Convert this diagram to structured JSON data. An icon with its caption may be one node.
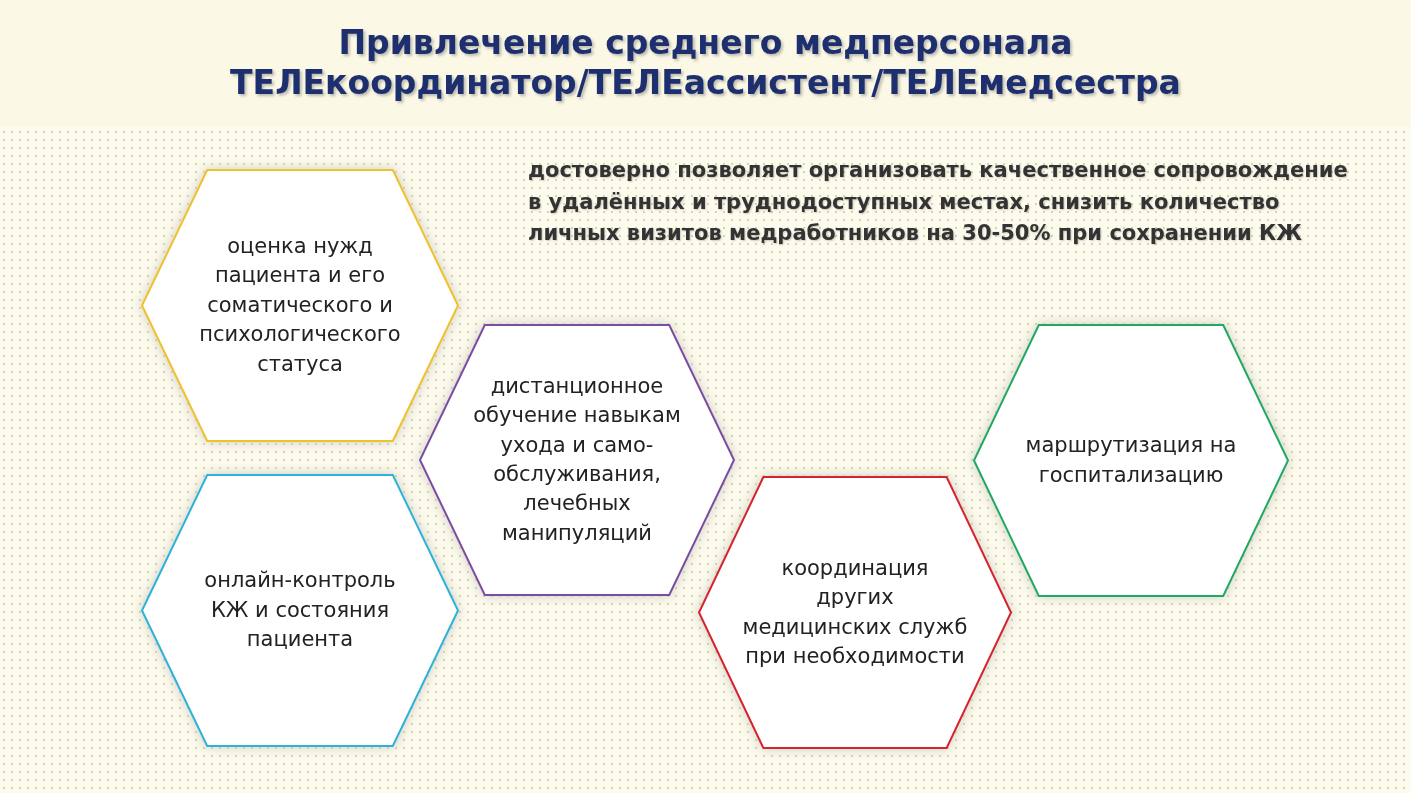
{
  "diagram": {
    "title": "Привлечение среднего медперсонала ТЕЛЕкоординатор/ТЕЛЕассистент/ТЕЛЕмедсестра",
    "nodes": [
      {
        "text": [
          "оценка нужд пациента и его соматического и психологического статуса"
        ]
      },
      {
        "text": [
          "онлайн-контроль КЖ и состояния пациента"
        ]
      },
      {
        "text": [
          "дистанционное обучение навыкам ухода и само-обслуживания, лечебных манипуляций"
        ]
      },
      {
        "text": [
          "координация других медицинских служб при необходимости"
        ]
      },
      {
        "text": [
          "маршрутизация на госпитализацию"
        ]
      }
    ],
    "labels": [
      "достоверно позволяет организовать качественное сопровождение в удалённых и труднодоступных местах, снизить количество личных визитов медработников на 30-50% при сохранении КЖ"
    ]
  }
}
